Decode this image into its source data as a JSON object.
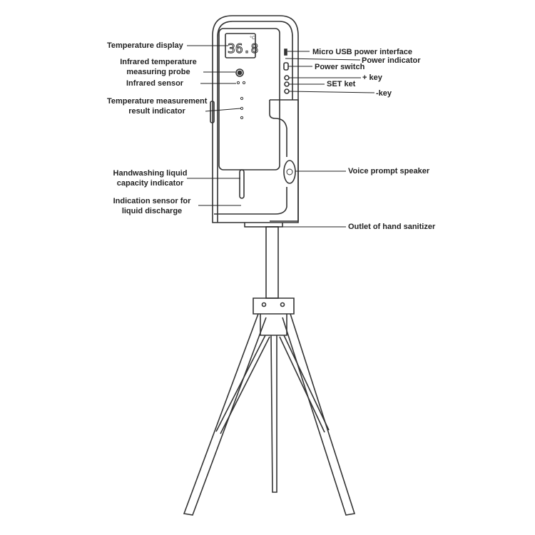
{
  "display_reading": "36.8",
  "display_unit": "°C",
  "labels_left": {
    "temperature_display": "Temperature display",
    "infrared_probe_line1": "Infrared temperature",
    "infrared_probe_line2": "measuring probe",
    "infrared_sensor": "Infrared sensor",
    "result_indicator_line1": "Temperature measurement",
    "result_indicator_line2": "result indicator",
    "capacity_indicator_line1": "Handwashing liquid",
    "capacity_indicator_line2": "capacity indicator",
    "discharge_sensor_line1": "Indication sensor for",
    "discharge_sensor_line2": "liquid discharge"
  },
  "labels_right": {
    "micro_usb": "Micro USB power interface",
    "power_indicator": "Power indicator",
    "power_switch": "Power switch",
    "plus_key": "+ key",
    "set_key": "SET ket",
    "minus_key": "-key",
    "speaker": "Voice prompt speaker",
    "outlet": "Outlet of hand sanitizer"
  }
}
